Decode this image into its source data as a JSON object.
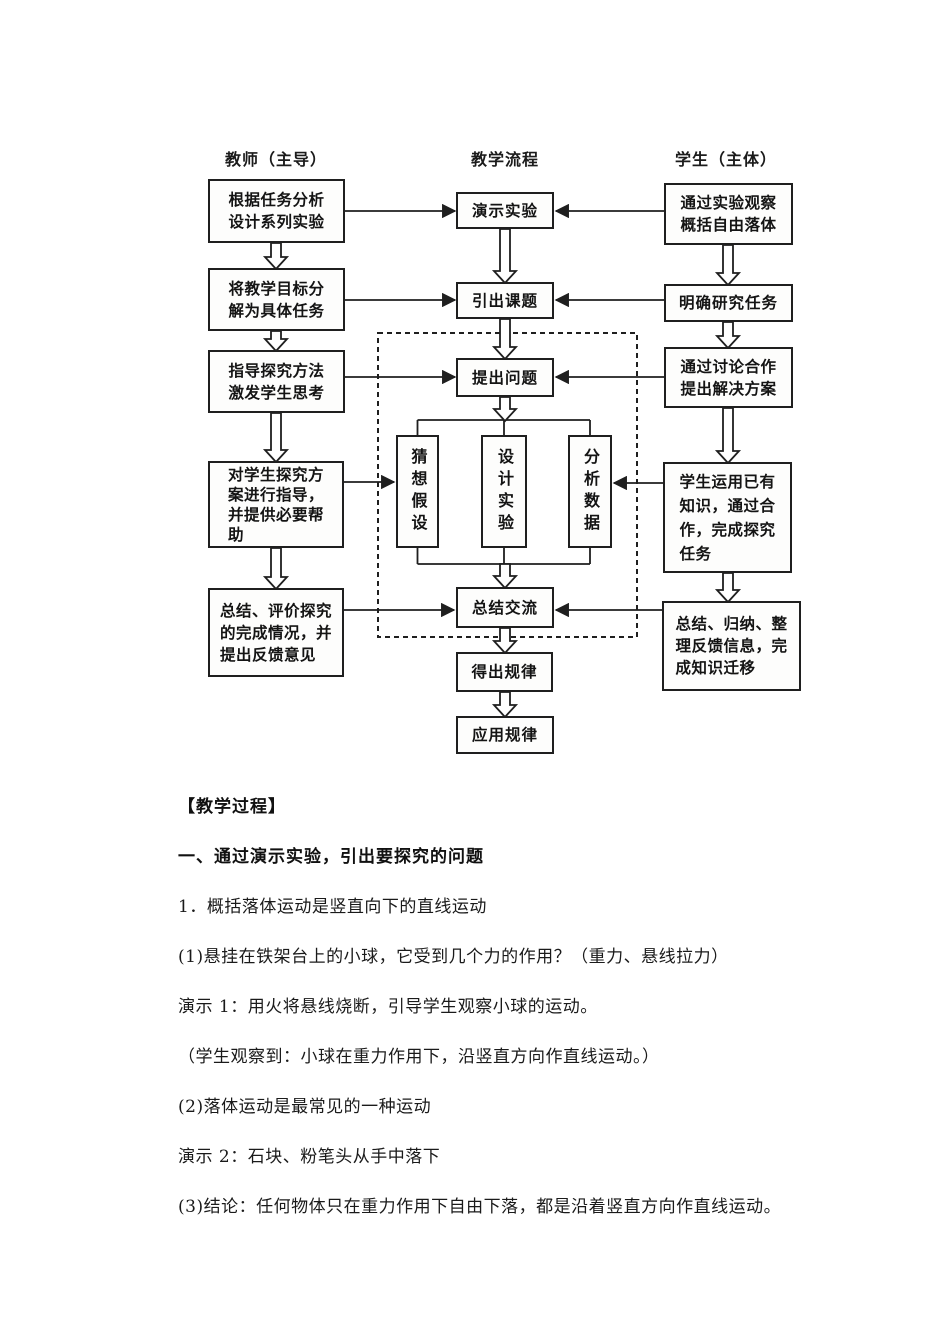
{
  "flowchart": {
    "headers": {
      "teacher": "教师（主导）",
      "process": "教学流程",
      "student": "学生（主体）"
    },
    "teacher_boxes": [
      "根据任务分析\n设计系列实验",
      "将教学目标分\n解为具体任务",
      "指导探究方法\n激发学生思考",
      "对学生探究方\n案进行指导，\n并提供必要帮\n助",
      "总结、评价探究\n的完成情况，并\n提出反馈意见"
    ],
    "process_boxes": [
      "演示实验",
      "引出课题",
      "提出问题",
      "总结交流",
      "得出规律",
      "应用规律"
    ],
    "inquiry_boxes": [
      "猜想假设",
      "设计实验",
      "分析数据"
    ],
    "student_boxes": [
      "通过实验观察\n概括自由落体",
      "明确研究任务",
      "通过讨论合作\n提出解决方案",
      "学生运用已有\n知识，通过合\n作，完成探究\n任务",
      "总结、归纳、整\n理反馈信息，完\n成知识迁移"
    ]
  },
  "body": {
    "paragraphs": [
      "【教学过程】",
      "一、通过演示实验，引出要探究的问题",
      "1．概括落体运动是竖直向下的直线运动",
      "(1)悬挂在铁架台上的小球，它受到几个力的作用？（重力、悬线拉力）",
      "演示 1：用火将悬线烧断，引导学生观察小球的运动。",
      "（学生观察到：小球在重力作用下，沿竖直方向作直线运动。）",
      "(2)落体运动是最常见的一种运动",
      "演示 2：石块、粉笔头从手中落下",
      "(3)结论：任何物体只在重力作用下自由下落，都是沿着竖直方向作直线运动。"
    ]
  }
}
